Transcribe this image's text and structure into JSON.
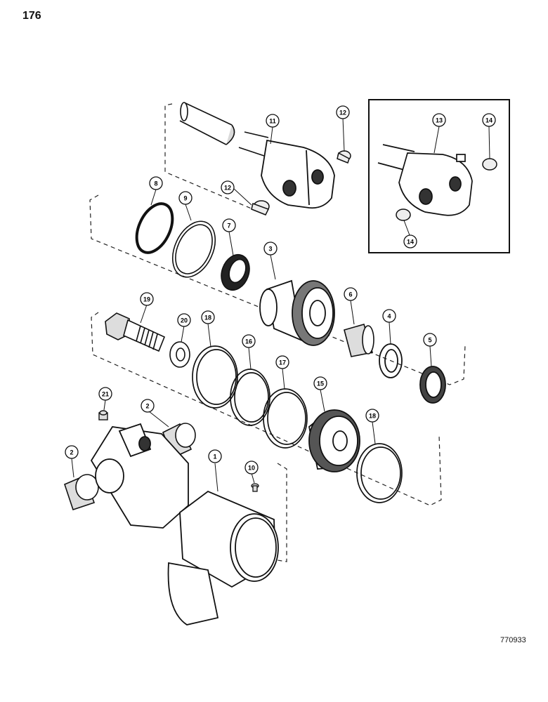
{
  "page_number": "176",
  "drawing_number": "770933",
  "callouts": [
    {
      "label": "1"
    },
    {
      "label": "2"
    },
    {
      "label": "2"
    },
    {
      "label": "3"
    },
    {
      "label": "4"
    },
    {
      "label": "5"
    },
    {
      "label": "6"
    },
    {
      "label": "7"
    },
    {
      "label": "8"
    },
    {
      "label": "9"
    },
    {
      "label": "10"
    },
    {
      "label": "11"
    },
    {
      "label": "12"
    },
    {
      "label": "12"
    },
    {
      "label": "13"
    },
    {
      "label": "14"
    },
    {
      "label": "14"
    },
    {
      "label": "15"
    },
    {
      "label": "16"
    },
    {
      "label": "17"
    },
    {
      "label": "18"
    },
    {
      "label": "18"
    },
    {
      "label": "19"
    },
    {
      "label": "20"
    },
    {
      "label": "21"
    }
  ]
}
